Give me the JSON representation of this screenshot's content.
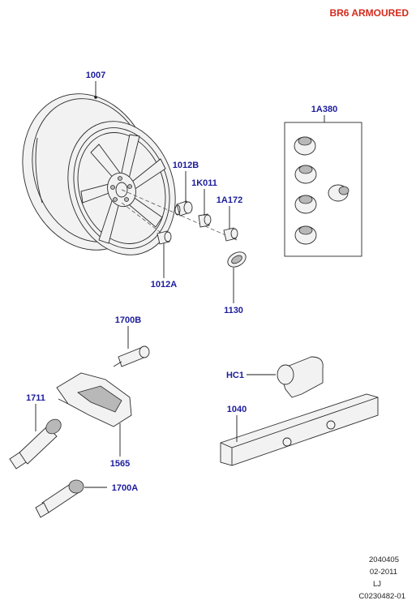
{
  "header": {
    "model": "BR6 ARMOURED"
  },
  "callouts": {
    "c1007": "1007",
    "c1012b": "1012B",
    "c1k011": "1K011",
    "c1a172": "1A172",
    "c1012a": "1012A",
    "c1130": "1130",
    "c1a380": "1A380",
    "c1700b": "1700B",
    "chc1": "HC1",
    "c1711": "1711",
    "c1040": "1040",
    "c1565": "1565",
    "c1700a": "1700A"
  },
  "footer": {
    "line1": "2040405",
    "line2": "02-2011",
    "line3": "LJ",
    "line4": "C0230482-01"
  },
  "icons": [
    "alloy-wheel",
    "wheel-nut",
    "locking-nut",
    "centre-cap",
    "tpms-sensor",
    "tyre-valve",
    "wheel-weight",
    "weight-clip"
  ],
  "colors": {
    "header": "#d42a1c",
    "callout": "#1c1c9c"
  }
}
